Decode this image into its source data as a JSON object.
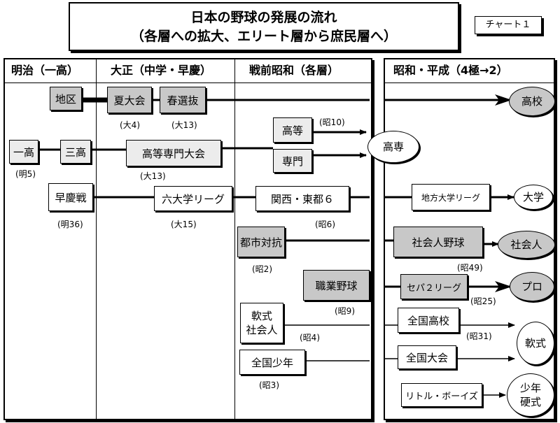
{
  "title": {
    "line1": "日本の野球の発展の流れ",
    "line2": "（各層への拡大、エリート層から庶民層へ）"
  },
  "chart_tag": "チャート１",
  "eras": {
    "meiji": "明治（一高）",
    "taisho": "大正（中学・早慶）",
    "senzen": "戦前昭和（各層）",
    "showa_heisei": "昭和・平成（4極→2）"
  },
  "nodes": {
    "chiku": "地区",
    "natsu": "夏大会",
    "haru": "春選抜",
    "ichiko": "一高",
    "sanko": "三高",
    "koto_senmon": "高等専門大会",
    "koto": "高等",
    "senmon": "専門",
    "sokeisen": "早慶戦",
    "roku_league": "六大学リーグ",
    "kansai_toto": "関西・東都６",
    "chiho_league": "地方大学リーグ",
    "toshi": "都市対抗",
    "shakaijin_yakyu": "社会人野球",
    "shokugyo": "職業野球",
    "sepa": "セパ２リーグ",
    "nanshiki_shakaijin_1": "軟式",
    "nanshiki_shakaijin_2": "社会人",
    "zenkoku_koko": "全国高校",
    "zenkoku_taikai": "全国大会",
    "zenkoku_shonen": "全国少年",
    "little_boys": "リトル・ボーイズ"
  },
  "goals": {
    "koko": "高校",
    "kosen": "高専",
    "daigaku": "大学",
    "shakaijin": "社会人",
    "pro": "プロ",
    "nanshiki": "軟式",
    "shonen_1": "少年",
    "shonen_2": "硬式"
  },
  "dates": {
    "dai4": "(大4)",
    "dai13a": "(大13)",
    "sho10": "(昭10)",
    "mei5": "(明5)",
    "dai13b": "(大13)",
    "mei36": "(明36)",
    "dai15": "(大15)",
    "sho6": "(昭6)",
    "sho2": "(昭2)",
    "sho49": "(昭49)",
    "sho25": "(昭25)",
    "sho9": "(昭9)",
    "sho4": "(昭4)",
    "sho31": "(昭31)",
    "sho3": "(昭3)"
  }
}
